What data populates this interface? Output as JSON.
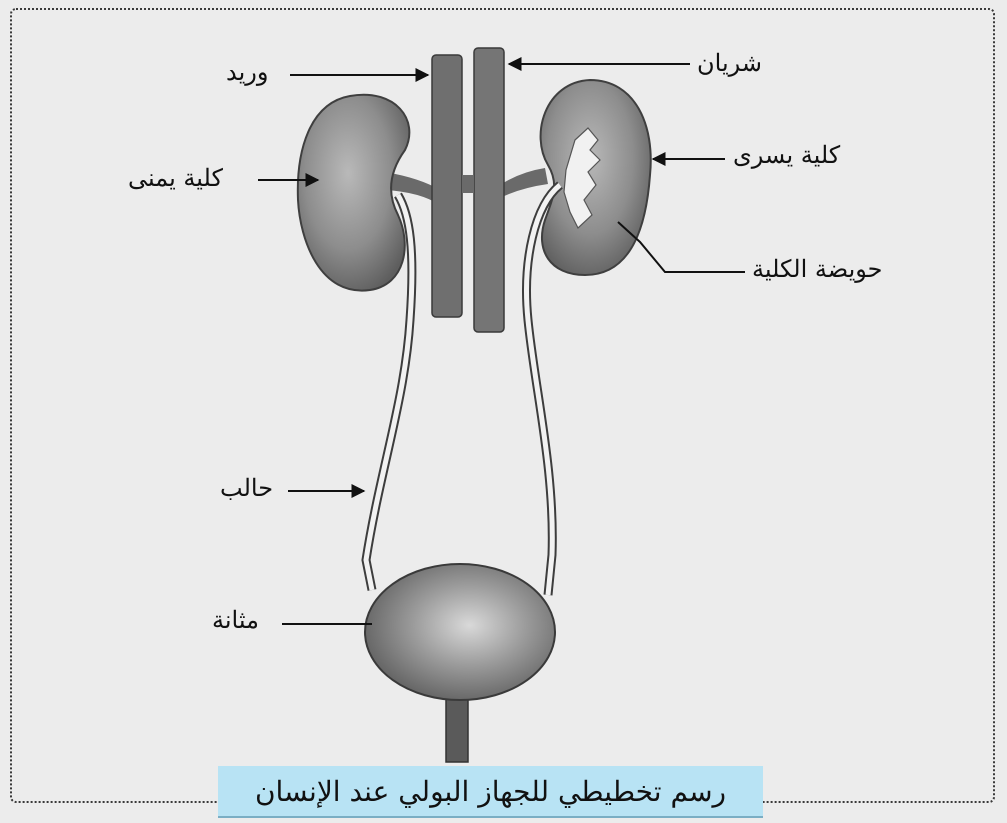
{
  "diagram": {
    "labels": {
      "vein": "وريد",
      "artery": "شريان",
      "right_kidney": "كلية يمنى",
      "left_kidney": "كلية يسرى",
      "renal_pelvis": "حويضة الكلية",
      "ureter": "حالب",
      "bladder": "مثانة"
    },
    "caption": "رسم تخطيطي للجهاز البولي عند الإنسان"
  }
}
